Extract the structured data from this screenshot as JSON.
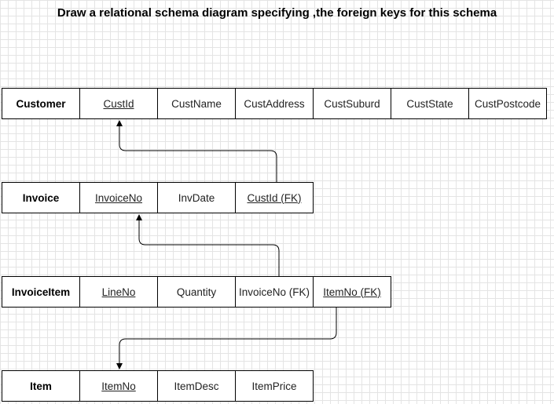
{
  "title": "Draw a relational schema diagram specifying ,the foreign keys for this schema",
  "tables": [
    {
      "name": "Customer",
      "attributes": [
        {
          "label": "CustId",
          "key": "pk"
        },
        {
          "label": "CustName",
          "key": ""
        },
        {
          "label": "CustAddress",
          "key": ""
        },
        {
          "label": "CustSuburd",
          "key": ""
        },
        {
          "label": "CustState",
          "key": ""
        },
        {
          "label": "CustPostcode",
          "key": ""
        }
      ]
    },
    {
      "name": "Invoice",
      "attributes": [
        {
          "label": "InvoiceNo",
          "key": "pk"
        },
        {
          "label": "InvDate",
          "key": ""
        },
        {
          "label": "CustId (FK)",
          "key": "fk"
        }
      ]
    },
    {
      "name": "InvoiceItem",
      "attributes": [
        {
          "label": "LineNo",
          "key": "pk"
        },
        {
          "label": "Quantity",
          "key": ""
        },
        {
          "label": "InvoiceNo (FK)",
          "key": ""
        },
        {
          "label": "ItemNo (FK)",
          "key": "fk"
        }
      ]
    },
    {
      "name": "Item",
      "attributes": [
        {
          "label": "ItemNo",
          "key": "pk"
        },
        {
          "label": "ItemDesc",
          "key": ""
        },
        {
          "label": "ItemPrice",
          "key": ""
        }
      ]
    }
  ],
  "relationships": [
    {
      "from": "Invoice.CustId (FK)",
      "to": "Customer.CustId"
    },
    {
      "from": "InvoiceItem.InvoiceNo (FK)",
      "to": "Invoice.InvoiceNo"
    },
    {
      "from": "InvoiceItem.ItemNo (FK)",
      "to": "Item.ItemNo"
    }
  ]
}
